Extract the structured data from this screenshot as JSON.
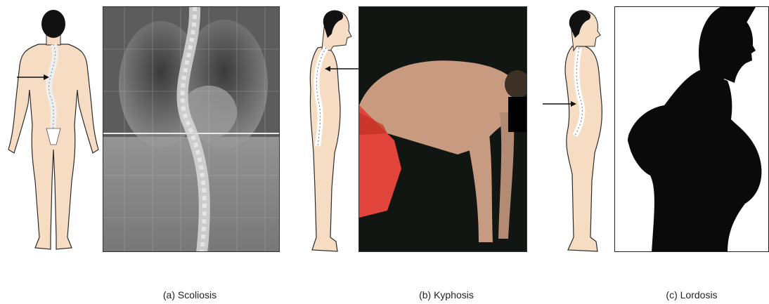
{
  "figure": {
    "panels": [
      {
        "id": "a",
        "caption": "(a) Scoliosis",
        "illustration": "back-view-figure-with-curved-spine",
        "photo": "chest-xray-scoliosis"
      },
      {
        "id": "b",
        "caption": "(b) Kyphosis",
        "illustration": "side-view-figure-with-rounded-upper-spine",
        "photo": "man-bending-forward-kyphosis"
      },
      {
        "id": "c",
        "caption": "(c) Lordosis",
        "illustration": "side-view-figure-with-lower-spine-curve",
        "photo": "pregnant-woman-silhouette-lordosis"
      }
    ],
    "colors": {
      "skin": "#f7dcc4",
      "outline": "#2b2b2b",
      "hair": "#111111",
      "spine": "#ffffff",
      "xray_dark": "#1a1a1a",
      "shirt_shorts": "#e0443a",
      "silhouette": "#0a0a0a"
    }
  }
}
